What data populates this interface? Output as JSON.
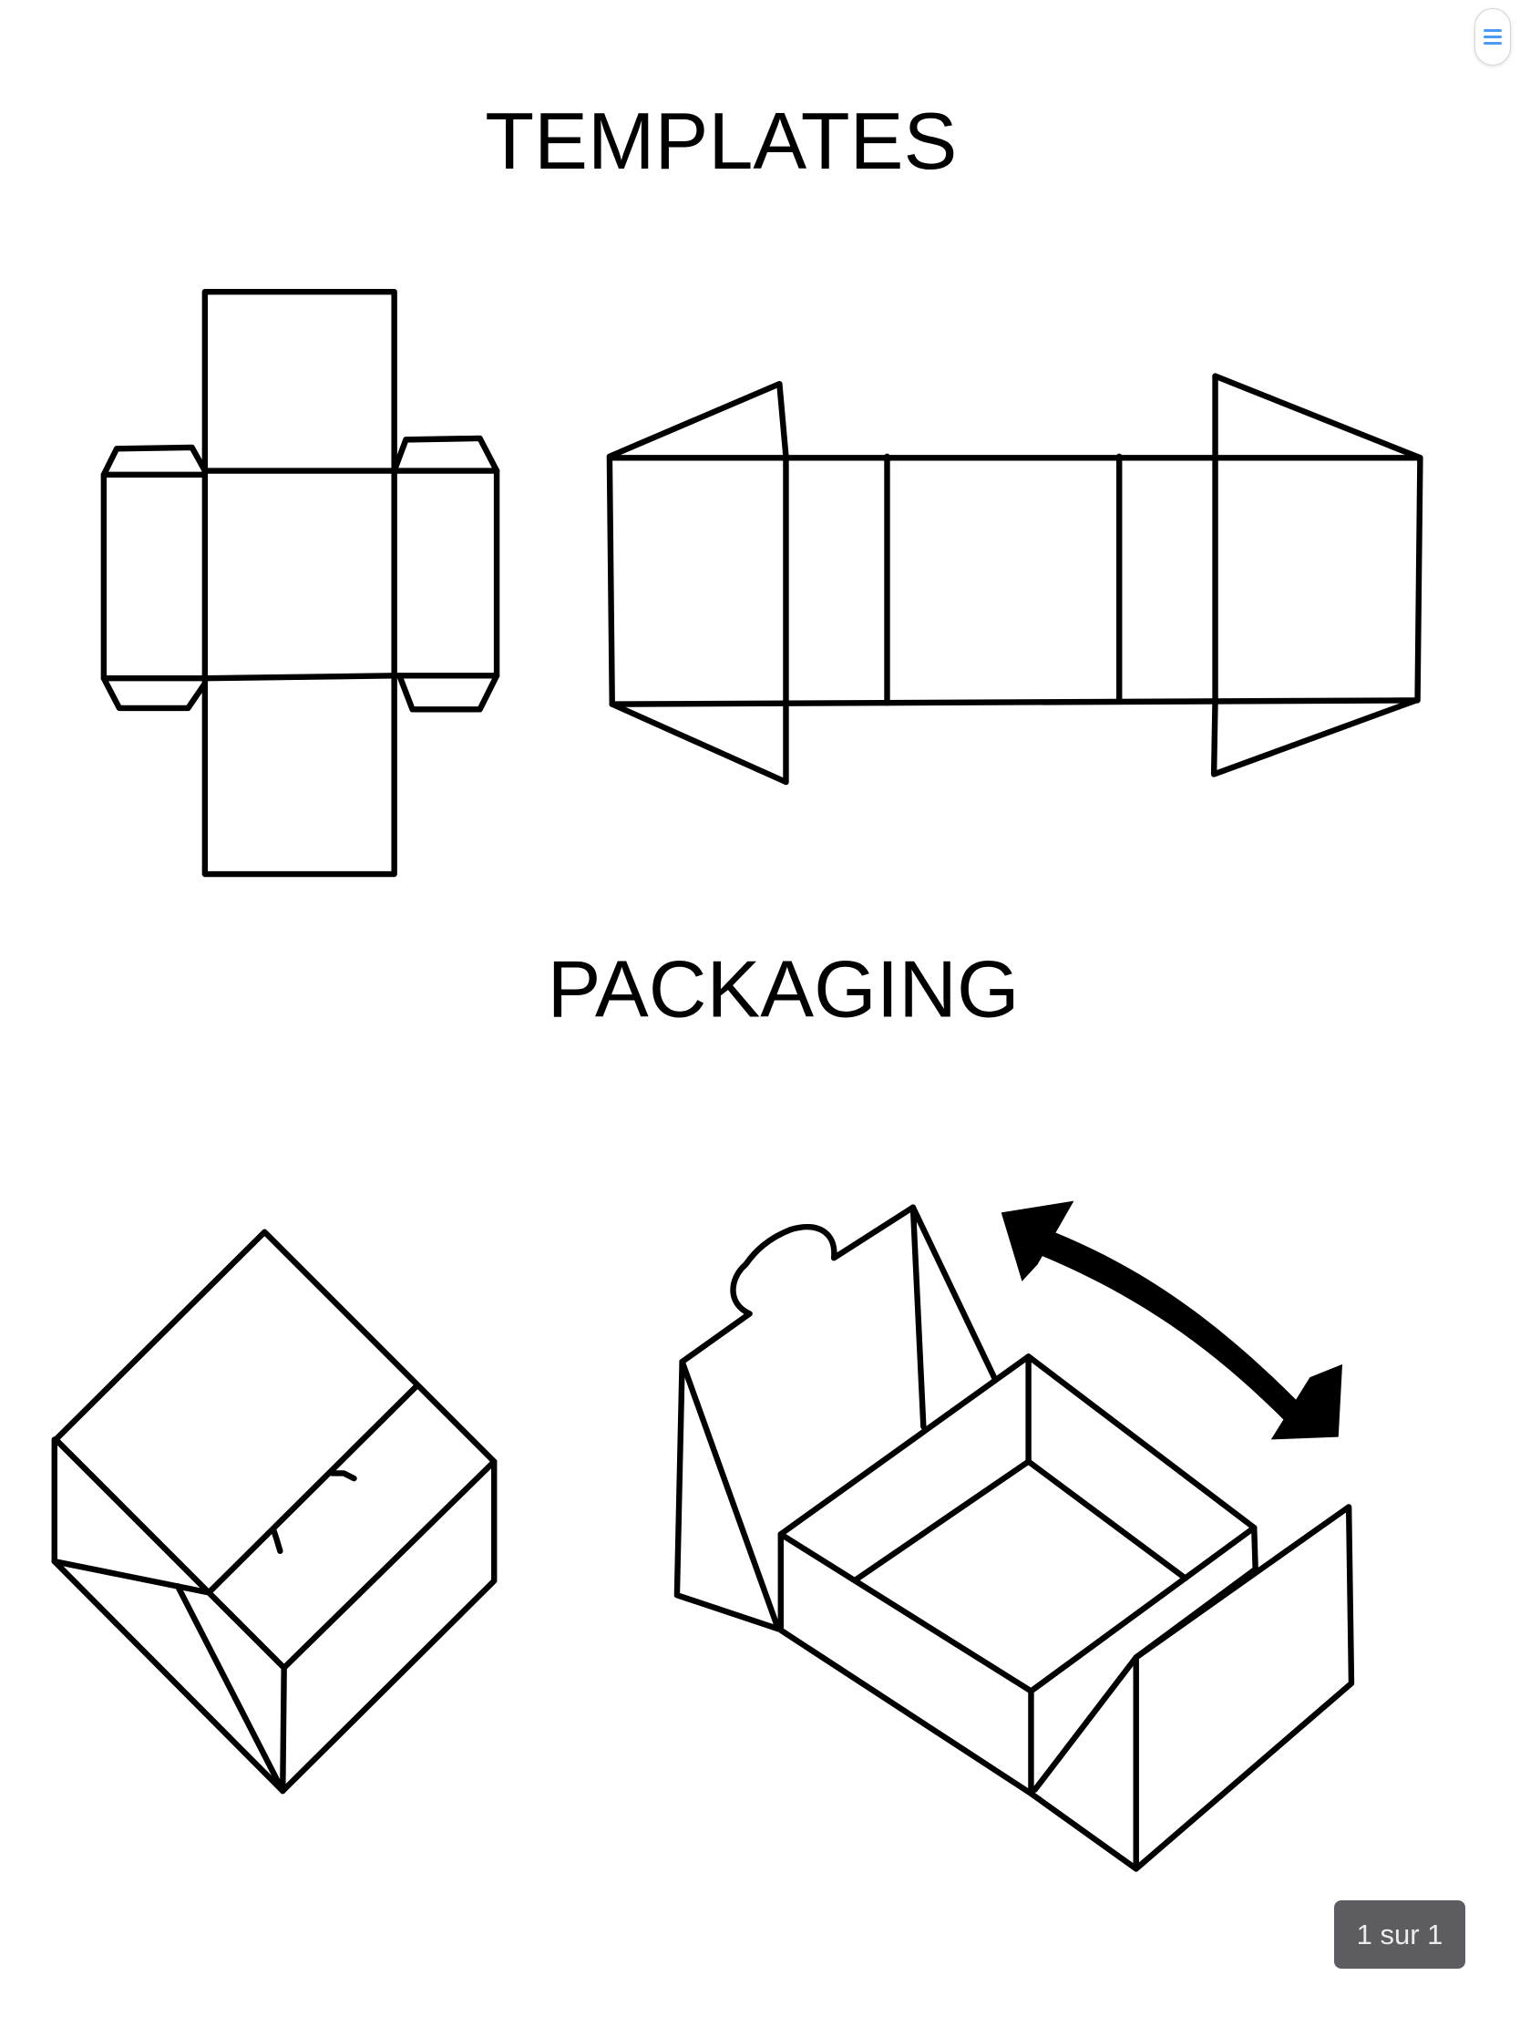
{
  "document": {
    "headings": [
      "TEMPLATES",
      "PACKAGING"
    ]
  },
  "viewer": {
    "page_indicator": "1 sur 1",
    "menu_icon": "hamburger-icon",
    "accent_color": "#4a9af5"
  }
}
